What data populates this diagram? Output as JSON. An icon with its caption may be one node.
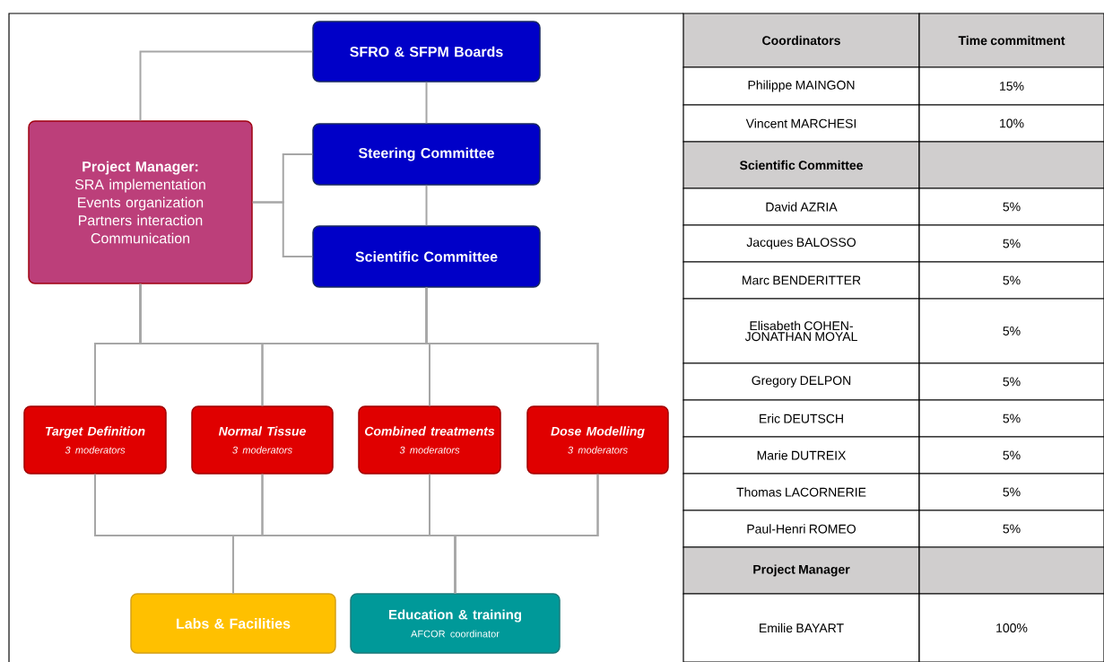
{
  "diagram": {
    "nodes": [
      {
        "text": [
          "SFRO & SFPM Boards"
        ]
      },
      {
        "text": [
          "Project Manager:",
          "SRA implementation",
          "Events organization",
          "Partners interaction",
          "Communication"
        ]
      },
      {
        "text": [
          "Steering Committee"
        ]
      },
      {
        "text": [
          "Scientific Committee"
        ]
      },
      {
        "text": [
          "Target Definition",
          "3 moderators"
        ]
      },
      {
        "text": [
          "Normal Tissue",
          "3 moderators"
        ]
      },
      {
        "text": [
          "Combined treatments",
          "3 moderators"
        ]
      },
      {
        "text": [
          "Dose Modelling",
          "3 moderators"
        ]
      },
      {
        "text": [
          "Labs & Facilities"
        ]
      },
      {
        "text": [
          "Education & training",
          "AFCOR coordinator"
        ]
      }
    ],
    "edges": [
      {
        "from": 0,
        "to": 1,
        "arrow": "none"
      },
      {
        "from": 0,
        "to": 2,
        "arrow": "none"
      },
      {
        "from": 1,
        "to": 2,
        "arrow": "none"
      },
      {
        "from": 1,
        "to": 3,
        "arrow": "none"
      },
      {
        "from": 2,
        "to": 3,
        "arrow": "none"
      },
      {
        "from": 1,
        "to": 4,
        "arrow": "none"
      },
      {
        "from": 1,
        "to": 5,
        "arrow": "none"
      },
      {
        "from": 1,
        "to": 6,
        "arrow": "none"
      },
      {
        "from": 1,
        "to": 7,
        "arrow": "none"
      },
      {
        "from": 3,
        "to": 4,
        "arrow": "none"
      },
      {
        "from": 3,
        "to": 5,
        "arrow": "none"
      },
      {
        "from": 3,
        "to": 6,
        "arrow": "none"
      },
      {
        "from": 3,
        "to": 7,
        "arrow": "none"
      },
      {
        "from": 4,
        "to": 8,
        "arrow": "none"
      },
      {
        "from": 5,
        "to": 8,
        "arrow": "none"
      },
      {
        "from": 6,
        "to": 8,
        "arrow": "none"
      },
      {
        "from": 7,
        "to": 8,
        "arrow": "none"
      },
      {
        "from": 4,
        "to": 9,
        "arrow": "none"
      },
      {
        "from": 5,
        "to": 9,
        "arrow": "none"
      },
      {
        "from": 6,
        "to": 9,
        "arrow": "none"
      },
      {
        "from": 7,
        "to": 9,
        "arrow": "none"
      }
    ],
    "labels": [
      "Coordinators",
      "Time commitment",
      "Philippe MAINGON",
      "15%",
      "Vincent MARCHESI",
      "10%",
      "Scientific Committee",
      "David AZRIA",
      "5%",
      "Jacques BALOSSO",
      "5%",
      "Marc BENDERITTER",
      "5%",
      "Elisabeth COHEN-JONATHAN MOYAL",
      "5%",
      "Gregory DELPON",
      "5%",
      "Eric DEUTSCH",
      "5%",
      "Marie DUTREIX",
      "5%",
      "Thomas LACORNERIE",
      "5%",
      "Paul-Henri ROMEO",
      "5%",
      "Project Manager",
      "Emilie BAYART",
      "100%"
    ]
  }
}
